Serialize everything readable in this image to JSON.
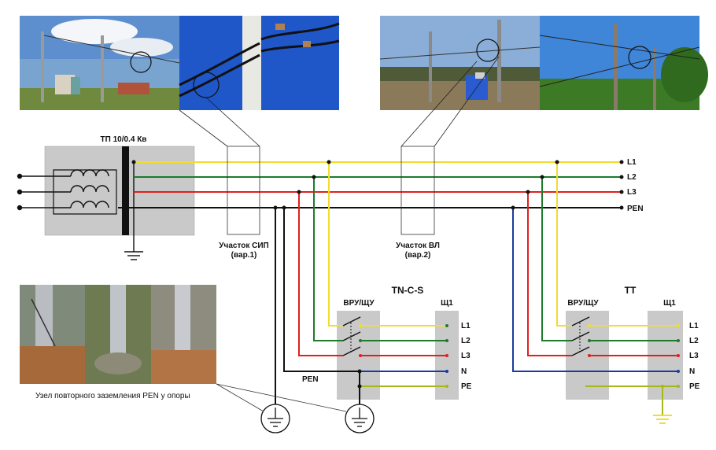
{
  "transformer": {
    "title": "ТП 10/0.4 Кв"
  },
  "bus": {
    "l1": "L1",
    "l2": "L2",
    "l3": "L3",
    "pen": "PEN"
  },
  "sections": {
    "sip_line1": "Участок СИП",
    "sip_line2": "(вар.1)",
    "vl_line1": "Участок ВЛ",
    "vl_line2": "(вар.2)"
  },
  "grounding_caption": "Узел повторного заземления PEN у опоры",
  "tncs": {
    "title": "TN-C-S",
    "vru": "ВРУ/ЩУ",
    "panel": "Щ1",
    "pen_label": "PEN",
    "terminals": [
      "L1",
      "L2",
      "L3",
      "N",
      "PE"
    ]
  },
  "tt": {
    "title": "TT",
    "vru": "ВРУ/ЩУ",
    "panel": "Щ1",
    "terminals": [
      "L1",
      "L2",
      "L3",
      "N",
      "PE"
    ]
  },
  "colors": {
    "l1": "#f2dc2c",
    "l2": "#1f7a2c",
    "l3": "#e0201c",
    "pen": "#111111",
    "n": "#1a3b9c",
    "pe": "#a6b818",
    "box": "#c9c9c9"
  }
}
